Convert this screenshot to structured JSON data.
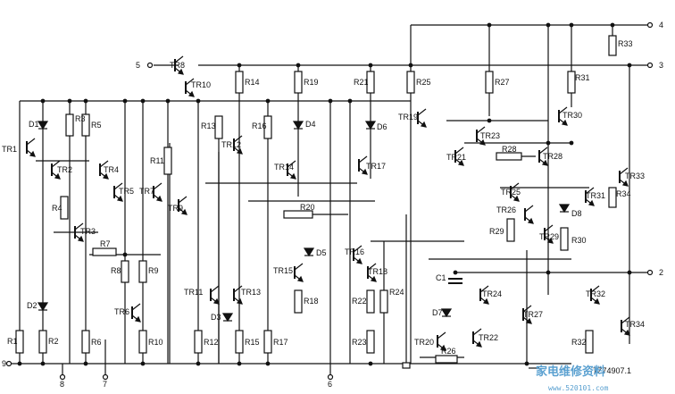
{
  "pins": [
    "4",
    "3",
    "5",
    "2",
    "9",
    "8",
    "7",
    "6"
  ],
  "transistors": [
    "TR1",
    "TR2",
    "TR3",
    "TR4",
    "TR5",
    "TR6",
    "TR7",
    "TR8",
    "TR9",
    "TR10",
    "TR11",
    "TR12",
    "TR13",
    "TR14",
    "TR15",
    "TR16",
    "TR17",
    "TR18",
    "TR19",
    "TR20",
    "TR21",
    "TR22",
    "TR23",
    "TR24",
    "TR25",
    "TR26",
    "TR27",
    "TR28",
    "TR29",
    "TR30",
    "TR31",
    "TR32",
    "TR33",
    "TR34"
  ],
  "resistors": [
    "R1",
    "R2",
    "R3",
    "R4",
    "R5",
    "R6",
    "R7",
    "R8",
    "R9",
    "R10",
    "R11",
    "R12",
    "R13",
    "R14",
    "R15",
    "R16",
    "R17",
    "R18",
    "R19",
    "R20",
    "R21",
    "R22",
    "R23",
    "R24",
    "R25",
    "R26",
    "R27",
    "R28",
    "R29",
    "R30",
    "R31",
    "R32",
    "R33",
    "R34"
  ],
  "diodes": [
    "D1",
    "D2",
    "D3",
    "D4",
    "D5",
    "D6",
    "D7",
    "D8"
  ],
  "capacitors": [
    "C1"
  ],
  "figure_code": "7Z74907.1",
  "watermark": {
    "title": "家电维修资料",
    "url": "www.520101.com"
  }
}
